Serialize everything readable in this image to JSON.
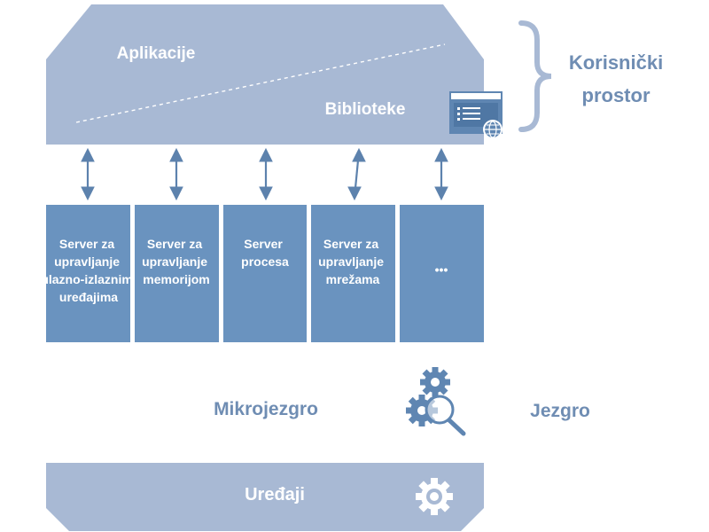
{
  "user_space": {
    "applications_label": "Aplikacije",
    "libraries_label": "Biblioteke",
    "title_line1": "Korisnički",
    "title_line2": "prostor"
  },
  "servers": [
    {
      "lines": [
        "Server za",
        "upravljanje",
        "ulazno-izlaznim",
        "uređajima"
      ]
    },
    {
      "lines": [
        "Server za",
        "upravljanje",
        "memorijom"
      ]
    },
    {
      "lines": [
        "Server",
        "procesa"
      ]
    },
    {
      "lines": [
        "Server za",
        "upravljanje",
        "mrežama"
      ]
    },
    {
      "lines": [
        "•••"
      ]
    }
  ],
  "kernel": {
    "microkernel_label": "Mikrojezgro",
    "kernel_label": "Jezgro"
  },
  "devices": {
    "label": "Uređaji"
  },
  "colors": {
    "light_blue": "#a8b9d4",
    "server_blue": "#6a93bf",
    "arrow_blue": "#5d82ad",
    "text_blue": "#6f8db3",
    "brace": "#a8b9d4"
  }
}
